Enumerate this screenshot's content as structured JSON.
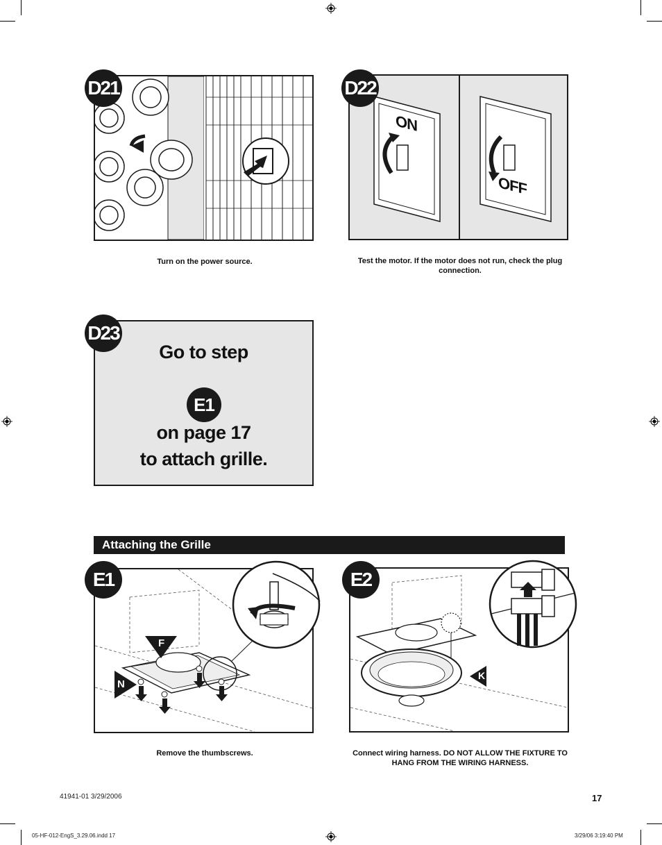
{
  "steps": {
    "d21": {
      "badge": "D21",
      "caption": "Turn on the power source."
    },
    "d22": {
      "badge": "D22",
      "caption": "Test the motor. If the motor does not run, check the plug connection.",
      "on_label": "ON",
      "off_label": "OFF"
    },
    "d23": {
      "badge": "D23",
      "line1": "Go to step",
      "step_ref": "E1",
      "line2": "on page 17",
      "line3": "to attach grille."
    },
    "e1": {
      "badge": "E1",
      "caption": "Remove the thumbscrews.",
      "callout_f": "F",
      "callout_n": "N"
    },
    "e2": {
      "badge": "E2",
      "caption": "Connect wiring harness. DO NOT ALLOW THE FIXTURE TO HANG FROM THE WIRING HARNESS.",
      "callout_k": "K"
    }
  },
  "section": {
    "title": "Attaching the Grille"
  },
  "footer": {
    "doc_id": "41941-01   3/29/2006",
    "page_number": "17",
    "slug_file": "05-HF-012-EngS_3.29.06.indd   17",
    "slug_date": "3/29/06   3:19:40 PM"
  },
  "colors": {
    "ink": "#1a1a1a",
    "panel_fill": "#e6e6e6"
  }
}
